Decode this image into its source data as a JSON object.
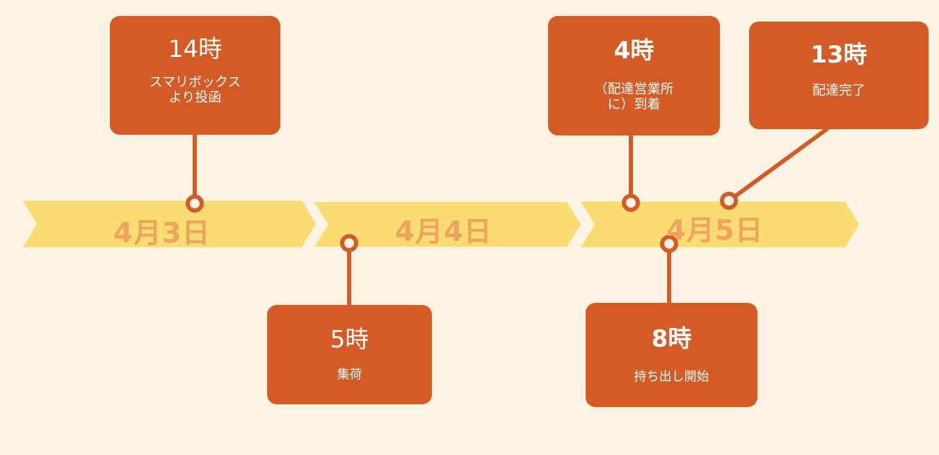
{
  "colors": {
    "background": "#fcf3e4",
    "arrow": "#f9dc72",
    "card": "#d45a26",
    "date_text": "#f0a35e",
    "card_text": "#ffffff"
  },
  "dates": [
    "4月3日",
    "4月4日",
    "4月5日"
  ],
  "events": [
    {
      "time": "14時",
      "desc": "スマリボックス\nより投函"
    },
    {
      "time": "5時",
      "desc": "集荷"
    },
    {
      "time": "4時",
      "desc": "（配達営業所\nに）到着"
    },
    {
      "time": "13時",
      "desc": "配達完了"
    },
    {
      "time": "8時",
      "desc": "持ち出し開始"
    }
  ]
}
